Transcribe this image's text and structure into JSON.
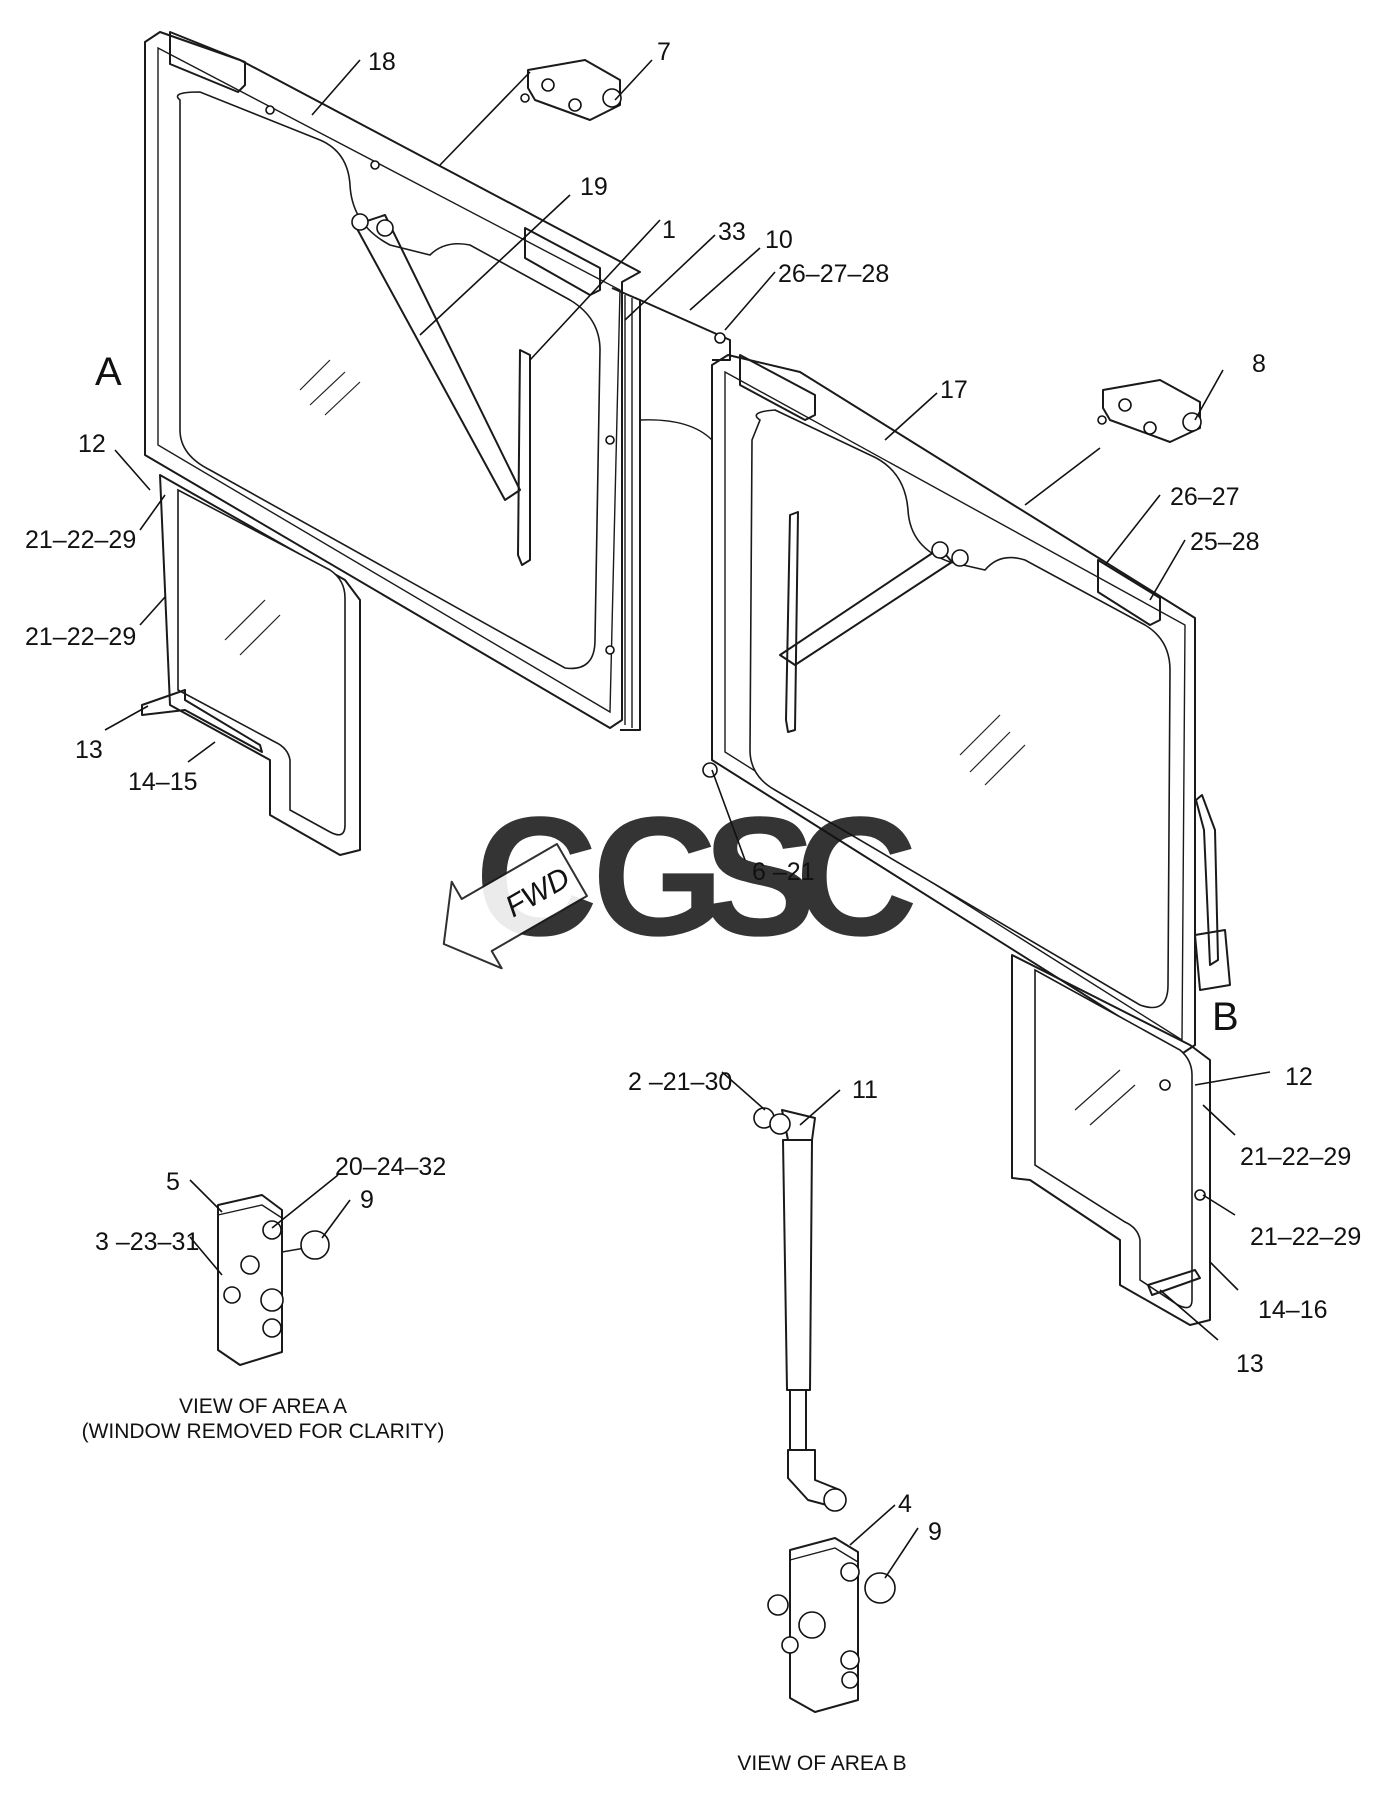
{
  "diagram": {
    "callouts": {
      "c18": "18",
      "c7": "7",
      "c19": "19",
      "c1": "1",
      "c33": "33",
      "c10": "10",
      "c26_27_28": "26–27–28",
      "c8": "8",
      "c17": "17",
      "c12_left": "12",
      "c21_22_29_left_a": "21–22–29",
      "c21_22_29_left_b": "21–22–29",
      "c13_left": "13",
      "c14_15": "14–15",
      "c26_27": "26–27",
      "c25_28": "25–28",
      "c6_21": "6 –21",
      "c2_21_30": "2 –21–30",
      "c11": "11",
      "c12_right": "12",
      "c21_22_29_right_a": "21–22–29",
      "c21_22_29_right_b": "21–22–29",
      "c14_16": "14–16",
      "c13_right": "13",
      "c5": "5",
      "c20_24_32": "20–24–32",
      "c9_a": "9",
      "c3_23_31": "3 –23–31",
      "c4": "4",
      "c9_b": "9"
    },
    "area_labels": {
      "a": "A",
      "b": "B"
    },
    "fwd_arrow": "FWD",
    "captions": {
      "area_a_line1": "VIEW OF AREA  A",
      "area_a_line2": "(WINDOW REMOVED FOR CLARITY)",
      "area_b": "VIEW OF AREA  B"
    },
    "watermark": {
      "letters": [
        "C",
        "G",
        "S",
        "C"
      ],
      "colors": [
        "#5b8fe8",
        "#ea7b7b",
        "#f7d35a",
        "#5cb386"
      ]
    }
  }
}
